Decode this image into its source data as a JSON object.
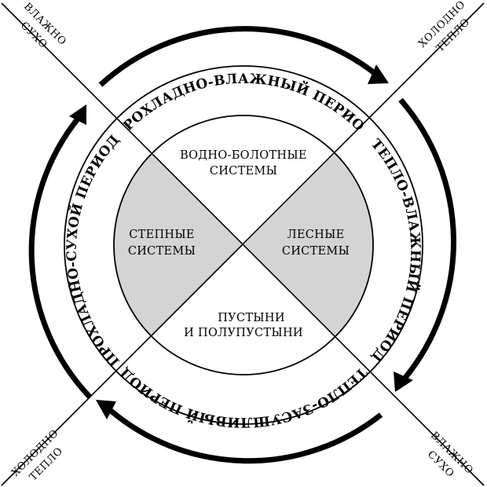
{
  "diagram": {
    "periods": {
      "top": "ПРОХЛАДНО-ВЛАЖНЫЙ ПЕРИОД",
      "right": "ТЕПЛО-ВЛАЖНЫЙ ПЕРИОД",
      "bottom": "ТЕПЛО-ЗАСУШЛИВЫЙ ПЕРИОД",
      "left": "ПРОХЛАДНО-СУХОЙ ПЕРИОД"
    },
    "sectors": {
      "top": {
        "line1": "ВОДНО-БОЛОТНЫЕ",
        "line2": "СИСТЕМЫ"
      },
      "right": {
        "line1": "ЛЕСНЫЕ",
        "line2": "СИСТЕМЫ"
      },
      "bottom": {
        "line1": "ПУСТЫНИ",
        "line2": "И ПОЛУПУСТЫНИ"
      },
      "left": {
        "line1": "СТЕПНЫЕ",
        "line2": "СИСТЕМЫ"
      }
    },
    "corners": {
      "top_left": {
        "line1": "ВЛАЖНО",
        "line2": "СУХО"
      },
      "top_right": {
        "line1": "ХОЛОДНО",
        "line2": "ТЕПЛО"
      },
      "bottom_left": {
        "line1": "ХОЛОДНО",
        "line2": "ТЕПЛО"
      },
      "bottom_right": {
        "line1": "ВЛАЖНО",
        "line2": "СУХО"
      }
    },
    "shaded_sectors": [
      "left",
      "right"
    ],
    "shade_color": "#d4d4d4",
    "arrow_direction": "clockwise"
  }
}
